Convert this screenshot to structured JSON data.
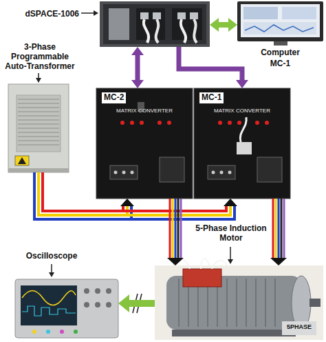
{
  "diagram": {
    "nodes": [
      {
        "text": [
          "dSPACE-1006"
        ]
      },
      {
        "text": [
          "Computer"
        ]
      },
      {
        "text": [
          "3-Phase Programmable Auto-Transformer"
        ]
      },
      {
        "text": [
          "MC-2",
          "MATRIX CONVERTER"
        ]
      },
      {
        "text": [
          "MC-1",
          "MATRIX CONVERTER"
        ]
      },
      {
        "text": [
          "5-Phase Induction Motor",
          "5PHASE"
        ]
      },
      {
        "text": [
          "Oscilloscope"
        ]
      }
    ],
    "edges": [
      {
        "from": 0,
        "to": 1,
        "arrow": "both"
      },
      {
        "from": 0,
        "to": 3,
        "arrow": "both"
      },
      {
        "from": 0,
        "to": 4,
        "arrow": "to"
      },
      {
        "from": 2,
        "to": 3,
        "arrow": "to"
      },
      {
        "from": 2,
        "to": 4,
        "arrow": "to"
      },
      {
        "from": 3,
        "to": 5,
        "arrow": "to"
      },
      {
        "from": 4,
        "to": 5,
        "arrow": "to"
      },
      {
        "from": 5,
        "to": 6,
        "arrow": "to"
      }
    ],
    "labels": [
      "MC-1"
    ]
  }
}
